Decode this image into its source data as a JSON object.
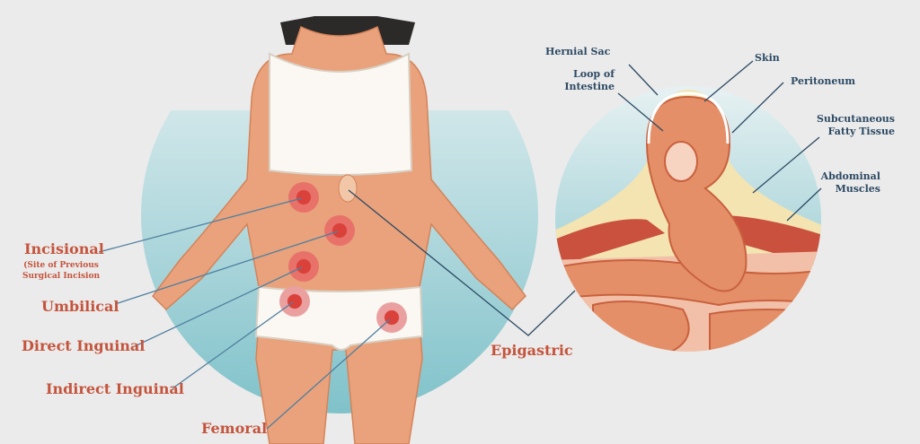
{
  "left_labels": {
    "incisional": "Incisional",
    "incisional_note_1": "(Site of Previous",
    "incisional_note_2": "Surgical Incision",
    "umbilical": "Umbilical",
    "direct_inguinal": "Direct Inguinal",
    "indirect_inguinal": "Indirect Inguinal",
    "femoral": "Femoral",
    "epigastric": "Epigastric"
  },
  "right_labels": {
    "hernial_sac": "Hernial Sac",
    "loop_1": "Loop of",
    "loop_2": "Intestine",
    "skin": "Skin",
    "peritoneum": "Peritoneum",
    "fat_1": "Subcutaneous",
    "fat_2": "Fatty Tissue",
    "muscle_1": "Abdominal",
    "muscle_2": "Muscles"
  },
  "colors": {
    "label_red": "#c5543c",
    "label_navy": "#2d4a64",
    "skin": "#e9a27b",
    "teal": "#8cc8cf"
  }
}
